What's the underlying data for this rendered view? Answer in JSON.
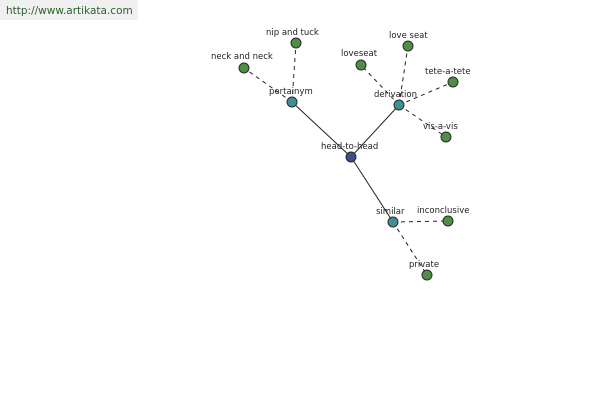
{
  "banner": {
    "url_text": "http://www.artikata.com"
  },
  "colors": {
    "center_fill": "#3c4e8a",
    "relation_fill": "#3f8f93",
    "leaf_fill": "#4f8f45",
    "node_stroke": "#2b2b2b"
  },
  "graph": {
    "center": "head-to-head",
    "relations": [
      {
        "label": "pertainym",
        "words": [
          "nip and tuck",
          "neck and neck"
        ]
      },
      {
        "label": "derivation",
        "words": [
          "love seat",
          "loveseat",
          "tete-a-tete",
          "vis-a-vis"
        ]
      },
      {
        "label": "similar",
        "words": [
          "inconclusive",
          "private"
        ]
      }
    ]
  }
}
